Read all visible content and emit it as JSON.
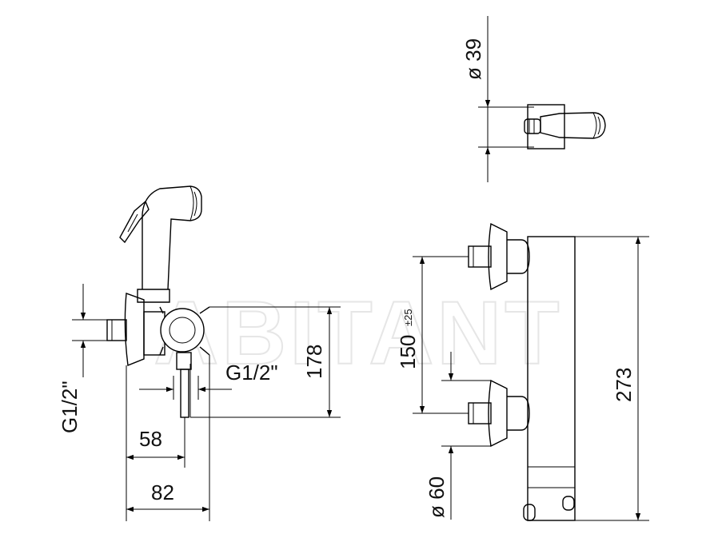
{
  "watermark": "ABITANT",
  "dimensions": {
    "diameter_39": "ø 39",
    "thread_left": "G1/2\"",
    "thread_bottom": "G1/2\"",
    "height_178": "178",
    "depth_58": "58",
    "depth_82": "82",
    "spacing_150": "150",
    "spacing_tolerance": "±25",
    "total_height_273": "273",
    "diameter_60": "ø 60"
  }
}
